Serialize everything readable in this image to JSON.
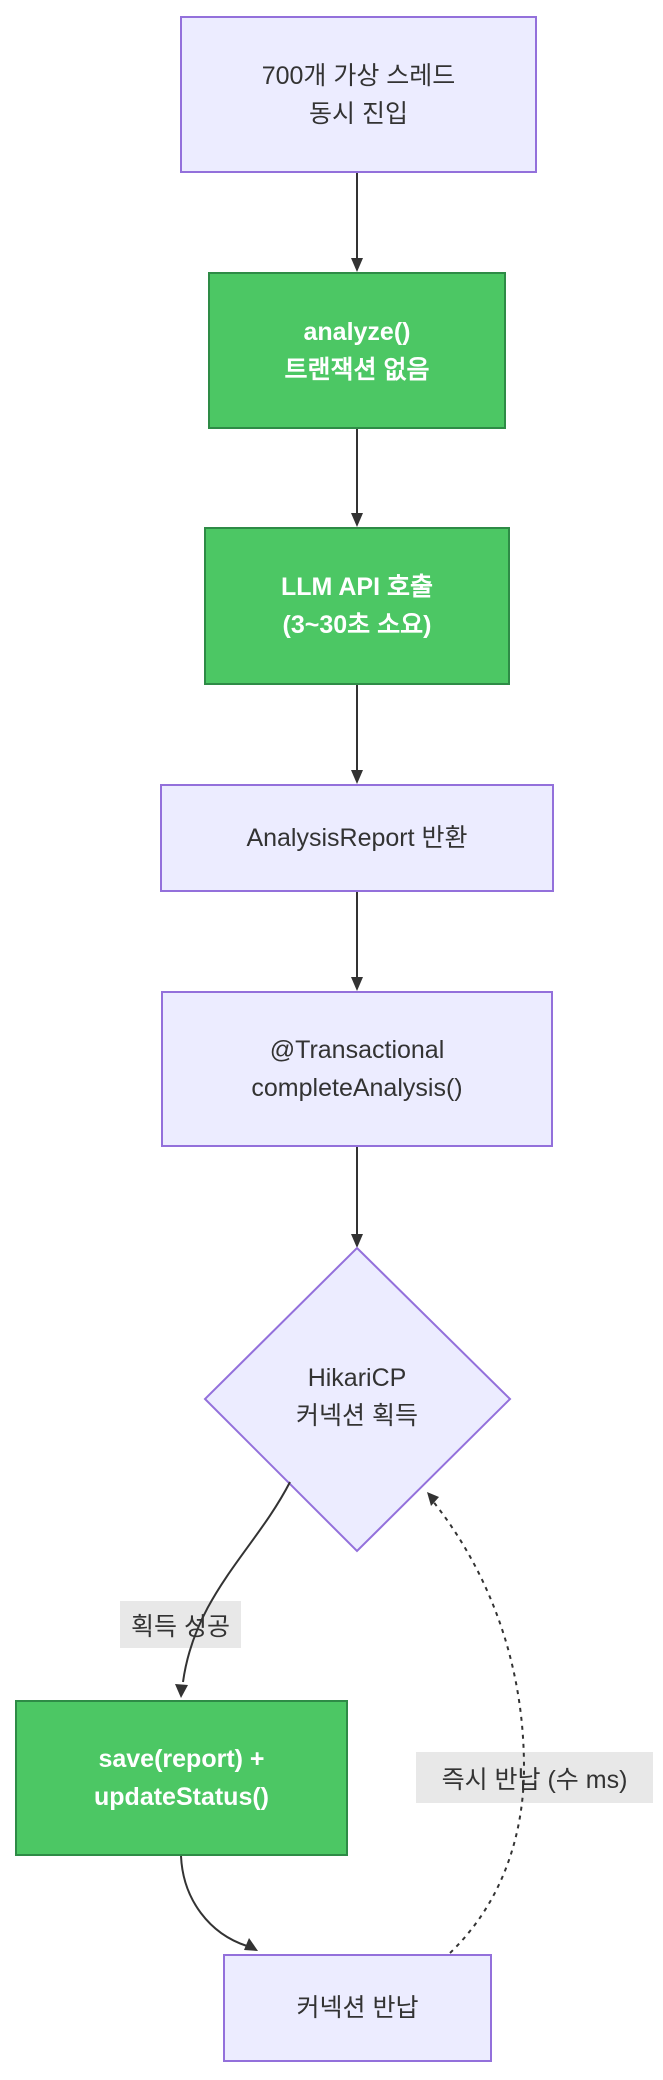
{
  "colors": {
    "node_fill": "#ECECFF",
    "node_border": "#9370DB",
    "green_fill": "#4CC764",
    "green_border": "#2E8B46",
    "edge": "#333333",
    "text": "#333333",
    "green_text": "#FFFFFF",
    "label_bg": "#E8E8E8",
    "background": "#FFFFFF"
  },
  "nodes": {
    "entry": {
      "lines": [
        "700개 가상 스레드",
        "동시 진입"
      ]
    },
    "analyze": {
      "lines": [
        "analyze()",
        "트랜잭션 없음"
      ]
    },
    "llm_call": {
      "lines": [
        "LLM API 호출",
        "(3~30초 소요)"
      ]
    },
    "report_return": {
      "lines": [
        "AnalysisReport 반환"
      ]
    },
    "transactional": {
      "lines": [
        "@Transactional",
        "completeAnalysis()"
      ]
    },
    "hikaricp_decision": {
      "lines": [
        "HikariCP",
        "커넥션 획득"
      ]
    },
    "save_update": {
      "lines": [
        "save(report) +",
        "updateStatus()"
      ]
    },
    "connection_release": {
      "lines": [
        "커넥션 반납"
      ]
    }
  },
  "edge_labels": {
    "acquire_success": "획득 성공",
    "instant_return": "즉시 반납 (수 ms)"
  }
}
